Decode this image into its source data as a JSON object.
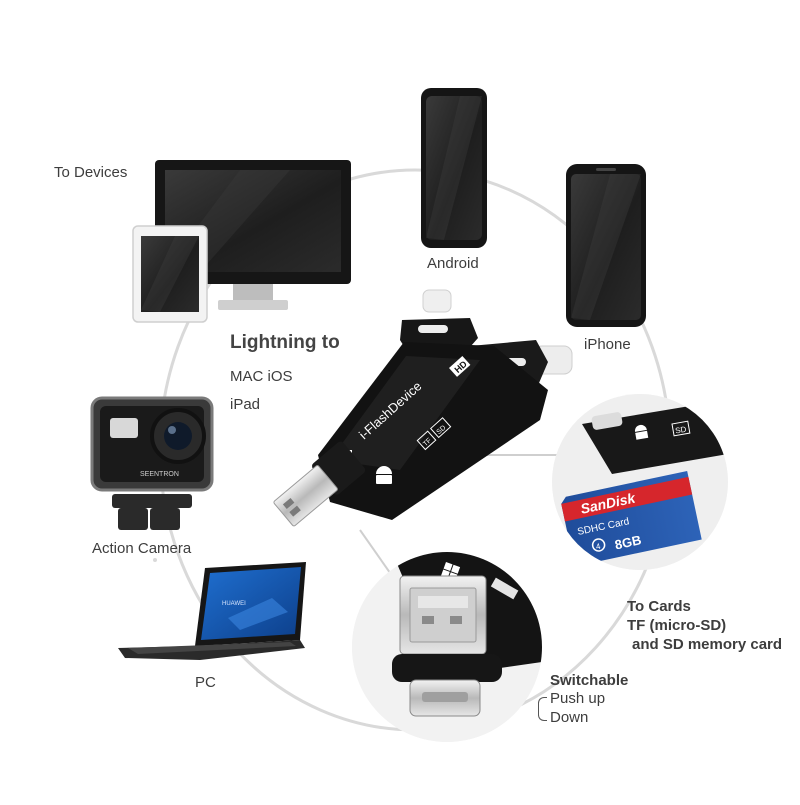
{
  "labels": {
    "to_devices": "To Devices",
    "android": "Android",
    "iphone": "iPhone",
    "lightning_to": "Lightning to",
    "mac_ios": "MAC iOS",
    "ipad": "iPad",
    "action_camera": "Action Camera",
    "pc": "PC",
    "to_cards_line1": "To Cards",
    "to_cards_line2": "TF (micro-SD)",
    "to_cards_line3": "and SD memory card",
    "switchable": "Switchable",
    "push_up": "Push up",
    "down": "Down"
  },
  "device_text": {
    "reader_brand": "i-FlashDevice",
    "reader_hd": "HD",
    "reader_slot_tf": "TF",
    "reader_slot_sd": "SD",
    "camera_brand": "SEENTRON",
    "laptop_brand": "HUAWEI",
    "sd_brand": "SanDisk",
    "sd_type": "SDHC Card",
    "sd_capacity": "8GB",
    "sd_class": "4"
  },
  "colors": {
    "ring": "#d9d9d9",
    "device_black": "#161616",
    "screen": "#2c2c2c",
    "sd_red": "#d6262c",
    "sd_blue": "#1f4c9a",
    "laptop_screen": "#1a5fb4",
    "text": "#3d3d3d"
  }
}
